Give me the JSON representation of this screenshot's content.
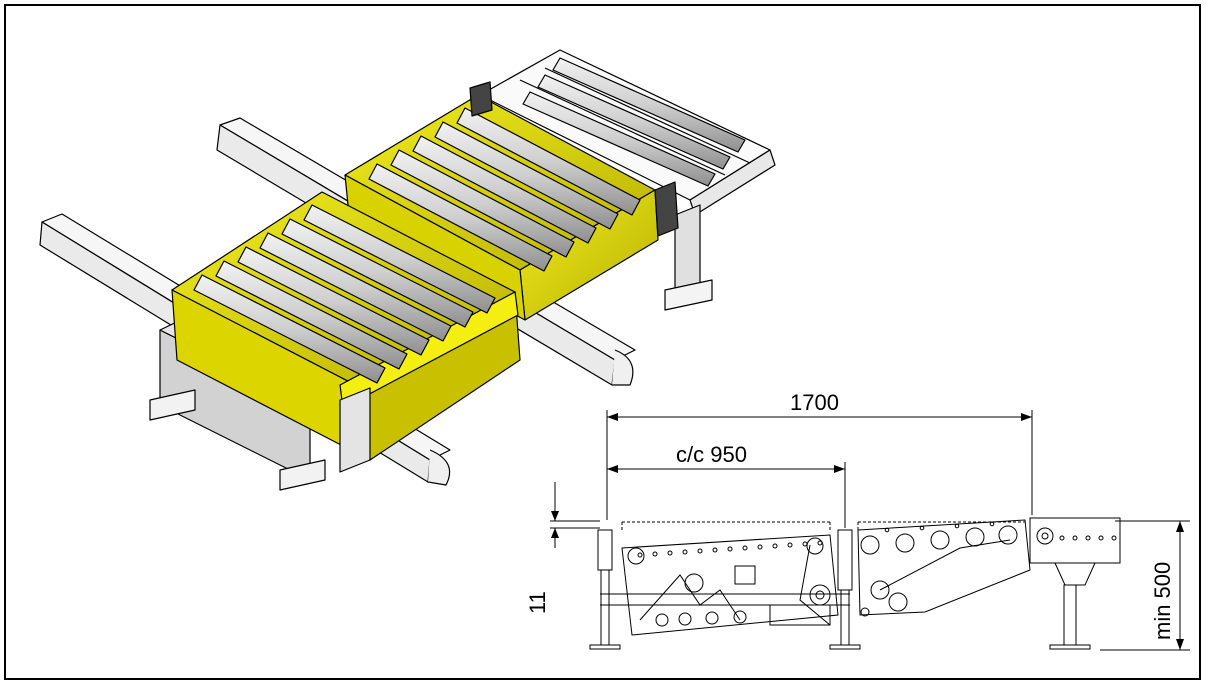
{
  "dimensions": {
    "overall_length": "1700",
    "center_distance": "c/c 950",
    "offset": "11",
    "min_height": "min 500"
  },
  "colors": {
    "frame_highlight": "#e6e000",
    "roller": "#c8c8c8",
    "line": "#000000"
  }
}
